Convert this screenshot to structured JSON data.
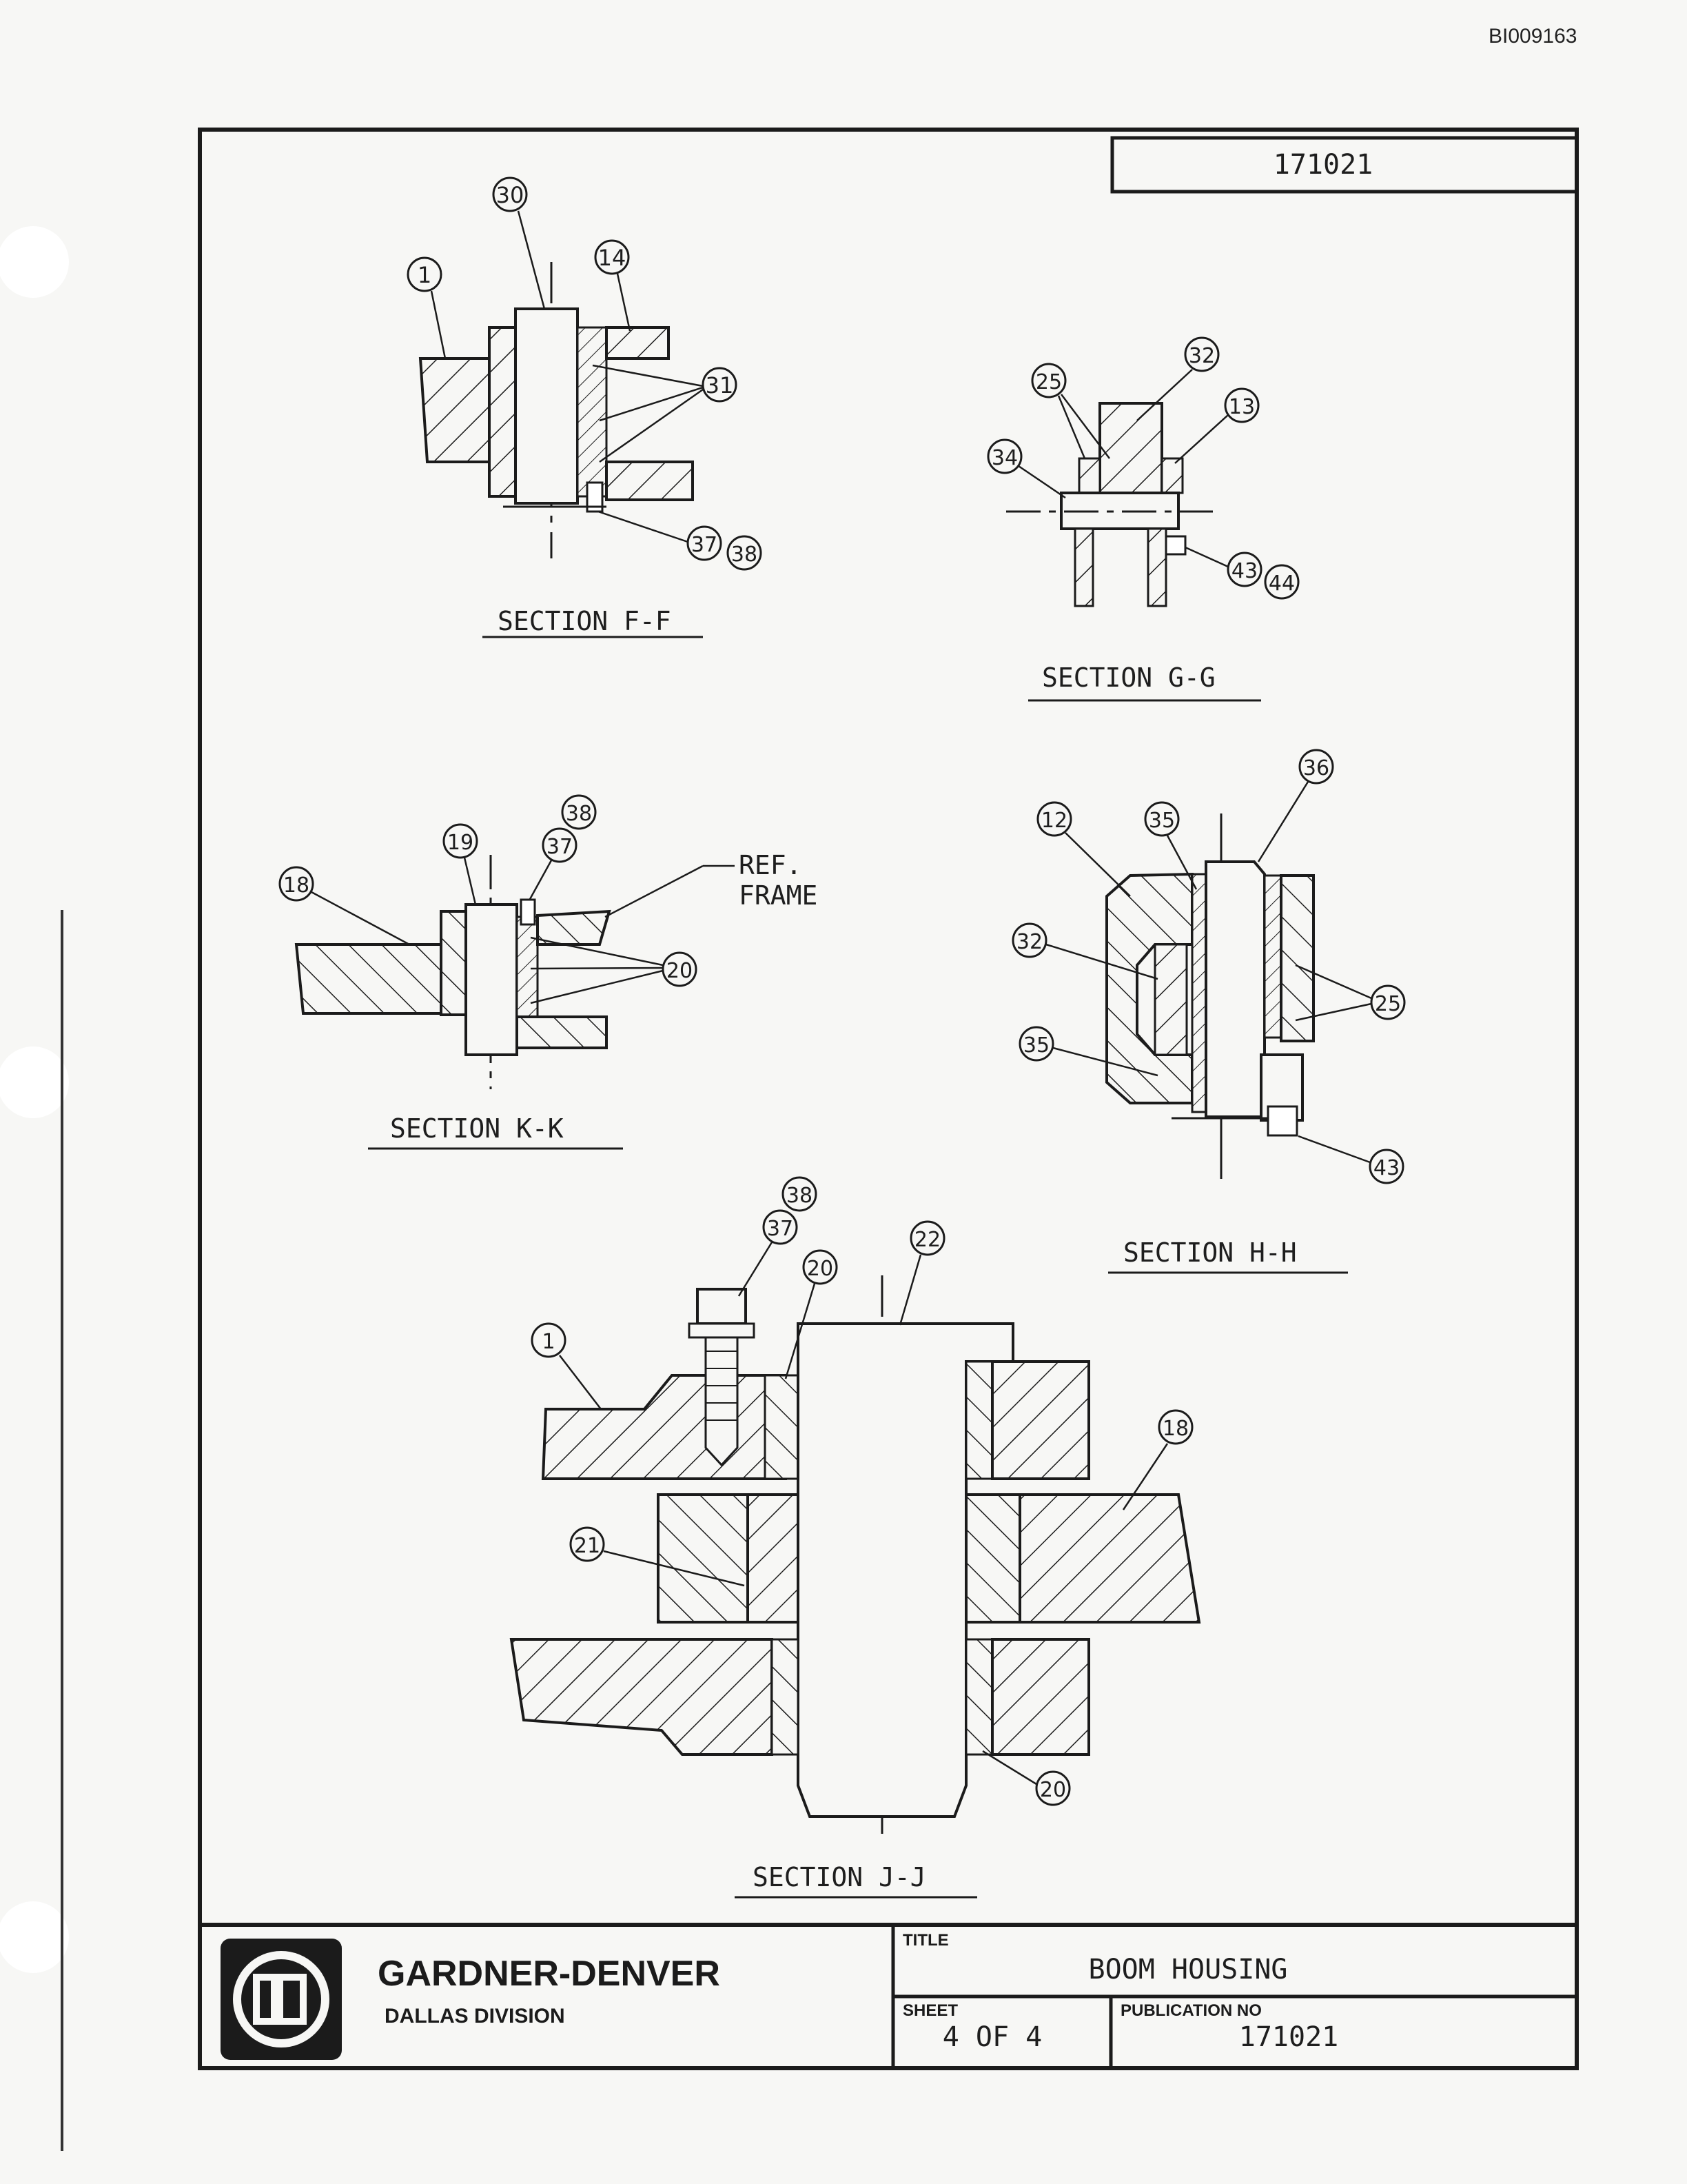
{
  "page_id": "BI009163",
  "drawing_number": "171021",
  "sections": {
    "ff": "SECTION F-F",
    "gg": "SECTION G-G",
    "kk": "SECTION K-K",
    "hh": "SECTION H-H",
    "jj": "SECTION J-J"
  },
  "ref_note": [
    "REF.",
    "FRAME"
  ],
  "callouts": {
    "ff": [
      "30",
      "1",
      "14",
      "31",
      "37",
      "38"
    ],
    "gg": [
      "25",
      "32",
      "13",
      "34",
      "43",
      "44"
    ],
    "kk": [
      "38",
      "19",
      "37",
      "18",
      "20"
    ],
    "hh": [
      "36",
      "12",
      "35",
      "32",
      "25",
      "35",
      "43"
    ],
    "jj": [
      "38",
      "37",
      "20",
      "22",
      "1",
      "18",
      "21",
      "20"
    ]
  },
  "title_block": {
    "company": "GARDNER-DENVER",
    "division": "DALLAS DIVISION",
    "title_label": "TITLE",
    "title": "BOOM HOUSING",
    "sheet_label": "SHEET",
    "sheet": "4 OF 4",
    "pub_label": "PUBLICATION NO",
    "pub_no": "171021"
  },
  "colors": {
    "ink": "#1b1b1b",
    "paper": "#f7f7f5"
  }
}
